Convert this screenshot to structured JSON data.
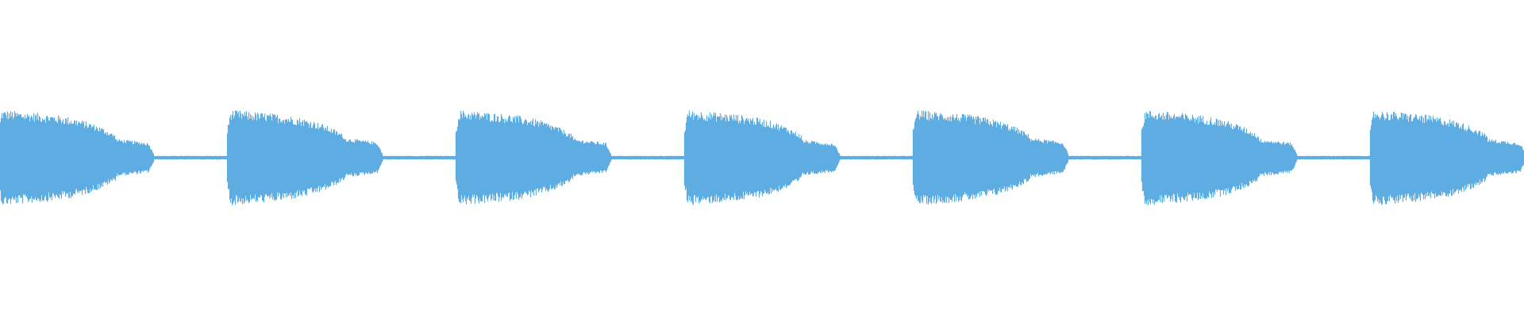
{
  "waveform": {
    "color": "#5dade2",
    "background": "#ffffff",
    "pulse_count": 7,
    "pulses": [
      {
        "attack": 1.0,
        "body": 0.86,
        "tail": 0.4
      },
      {
        "attack": 1.0,
        "body": 0.88,
        "tail": 0.42
      },
      {
        "attack": 1.0,
        "body": 0.87,
        "tail": 0.4
      },
      {
        "attack": 1.0,
        "body": 0.86,
        "tail": 0.38
      },
      {
        "attack": 1.0,
        "body": 0.88,
        "tail": 0.42
      },
      {
        "attack": 1.0,
        "body": 0.86,
        "tail": 0.4
      },
      {
        "attack": 1.0,
        "body": 0.88,
        "tail": 0.4
      }
    ],
    "silence_level": 0.04
  }
}
